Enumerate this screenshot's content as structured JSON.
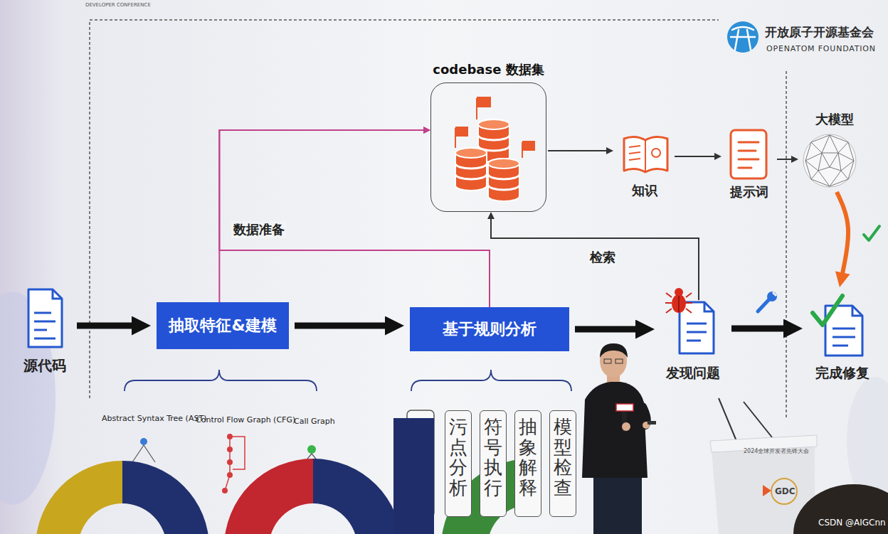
{
  "diagram": {
    "nodes": [
      {
        "text": [
          "codebase 数据集"
        ]
      },
      {
        "text": [
          "知识"
        ]
      },
      {
        "text": [
          "提示词"
        ]
      },
      {
        "text": [
          "大模型"
        ]
      },
      {
        "text": [
          "源代码"
        ]
      },
      {
        "text": [
          "抽取特征&建模"
        ]
      },
      {
        "text": [
          "基于规则分析"
        ]
      },
      {
        "text": [
          "发现问题"
        ]
      },
      {
        "text": [
          "完成修复"
        ]
      },
      {
        "text": [
          "污点分析"
        ]
      },
      {
        "text": [
          "符号执行"
        ]
      },
      {
        "text": [
          "抽象解释"
        ]
      },
      {
        "text": [
          "模型检查"
        ]
      }
    ],
    "edges": [
      {
        "from": 4,
        "to": 5,
        "arrow": "to"
      },
      {
        "from": 5,
        "to": 6,
        "arrow": "to"
      },
      {
        "from": 6,
        "to": 7,
        "arrow": "to"
      },
      {
        "from": 7,
        "to": 8,
        "arrow": "to"
      },
      {
        "from": 5,
        "to": 0,
        "arrow": "to",
        "label": "数据准备"
      },
      {
        "from": 6,
        "to": 0,
        "arrow": "to"
      },
      {
        "from": 0,
        "to": 1,
        "arrow": "to"
      },
      {
        "from": 1,
        "to": 2,
        "arrow": "to"
      },
      {
        "from": 2,
        "to": 3,
        "arrow": "to"
      },
      {
        "from": 7,
        "to": 0,
        "arrow": "to",
        "label": "检索"
      },
      {
        "from": 3,
        "to": 8,
        "arrow": "to"
      }
    ],
    "labels": [
      "Abstract Syntax Tree (AST)",
      "Control Flow Graph (CFG)",
      "Call Graph",
      "开放原子开源基金会",
      "OPENATOM FOUNDATION",
      "DEVELOPER CONFERENCE",
      "2024全球开发者先锋大会",
      "CSDN @AIGCnn",
      "GDC"
    ]
  }
}
